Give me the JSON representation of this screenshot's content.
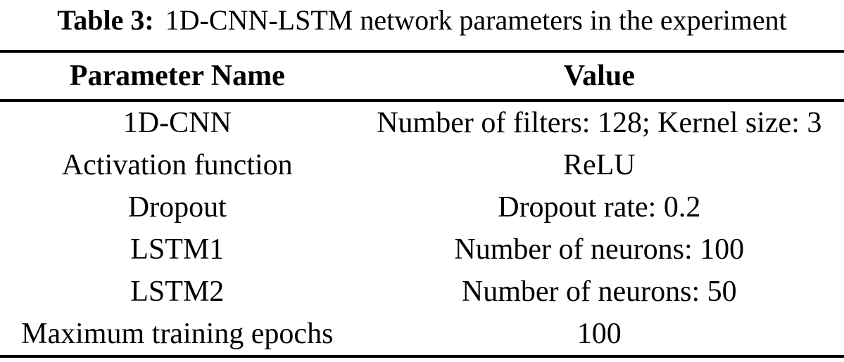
{
  "caption": {
    "label": "Table 3:",
    "text": "1D-CNN-LSTM network parameters in the experiment"
  },
  "table": {
    "columns": [
      "Parameter Name",
      "Value"
    ],
    "rows": [
      [
        "1D-CNN",
        "Number of filters: 128; Kernel size: 3"
      ],
      [
        "Activation function",
        "ReLU"
      ],
      [
        "Dropout",
        "Dropout rate: 0.2"
      ],
      [
        "LSTM1",
        "Number of neurons: 100"
      ],
      [
        "LSTM2",
        "Number of neurons: 50"
      ],
      [
        "Maximum training epochs",
        "100"
      ]
    ]
  },
  "colors": {
    "text": "#000000",
    "background": "#ffffff",
    "rule": "#000000"
  }
}
